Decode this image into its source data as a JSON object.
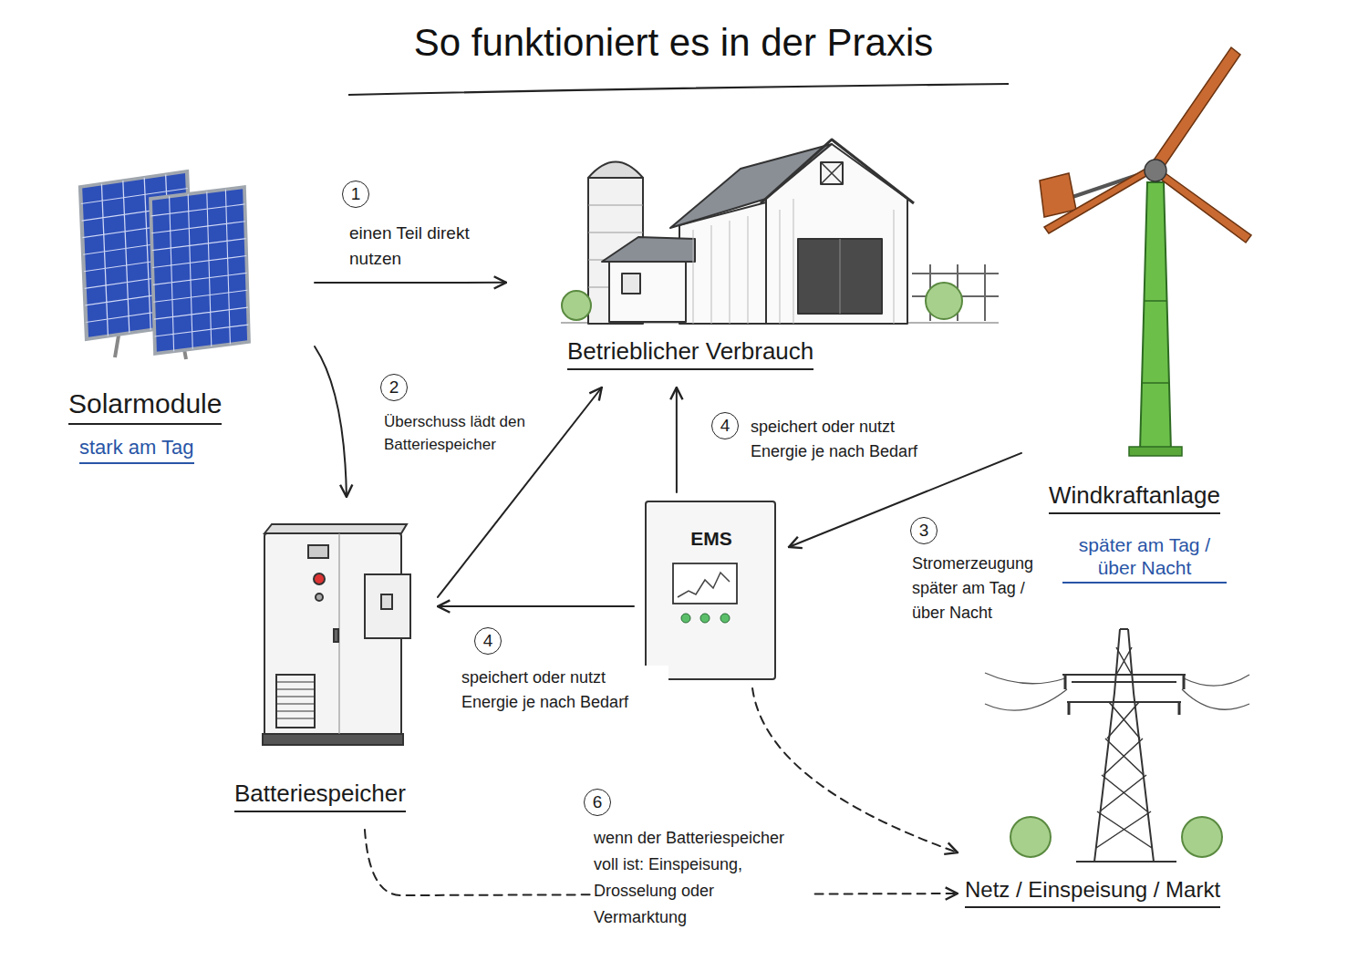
{
  "diagram": {
    "title": "So funktioniert es in der Praxis",
    "nodes": [
      {
        "text": [
          "Solarmodule",
          "stark am Tag"
        ]
      },
      {
        "text": [
          "Betrieblicher Verbrauch"
        ]
      },
      {
        "text": [
          "Windkraftanlage",
          "später am Tag / über Nacht"
        ]
      },
      {
        "text": [
          "EMS"
        ]
      },
      {
        "text": [
          "Batteriespeicher"
        ]
      },
      {
        "text": [
          "Netz / Einspeisung / Markt"
        ]
      }
    ],
    "edges": [
      {
        "from": 0,
        "to": 1,
        "label": "einen Teil direkt nutzen",
        "arrow": "to"
      },
      {
        "from": 0,
        "to": 4,
        "label": "Überschuss lädt den Batteriespeicher",
        "arrow": "to"
      },
      {
        "from": 4,
        "to": 1,
        "arrow": "to"
      },
      {
        "from": 3,
        "to": 1,
        "label": "speichert oder nutzt Energie je nach Bedarf",
        "arrow": "to"
      },
      {
        "from": 2,
        "to": 3,
        "label": "Stromerzeugung später am Tag / über Nacht",
        "arrow": "to"
      },
      {
        "from": 3,
        "to": 4,
        "label": "speichert oder nutzt Energie je nach Bedarf",
        "arrow": "to"
      },
      {
        "from": 3,
        "to": 5,
        "arrow": "to"
      },
      {
        "from": 4,
        "to": 5,
        "label": "wenn der Batteriespeicher voll ist: Einspeisung, Drosselung oder Vermarktung",
        "arrow": "to"
      }
    ],
    "labels": [
      "1",
      "2",
      "4",
      "3",
      "4",
      "6"
    ]
  }
}
